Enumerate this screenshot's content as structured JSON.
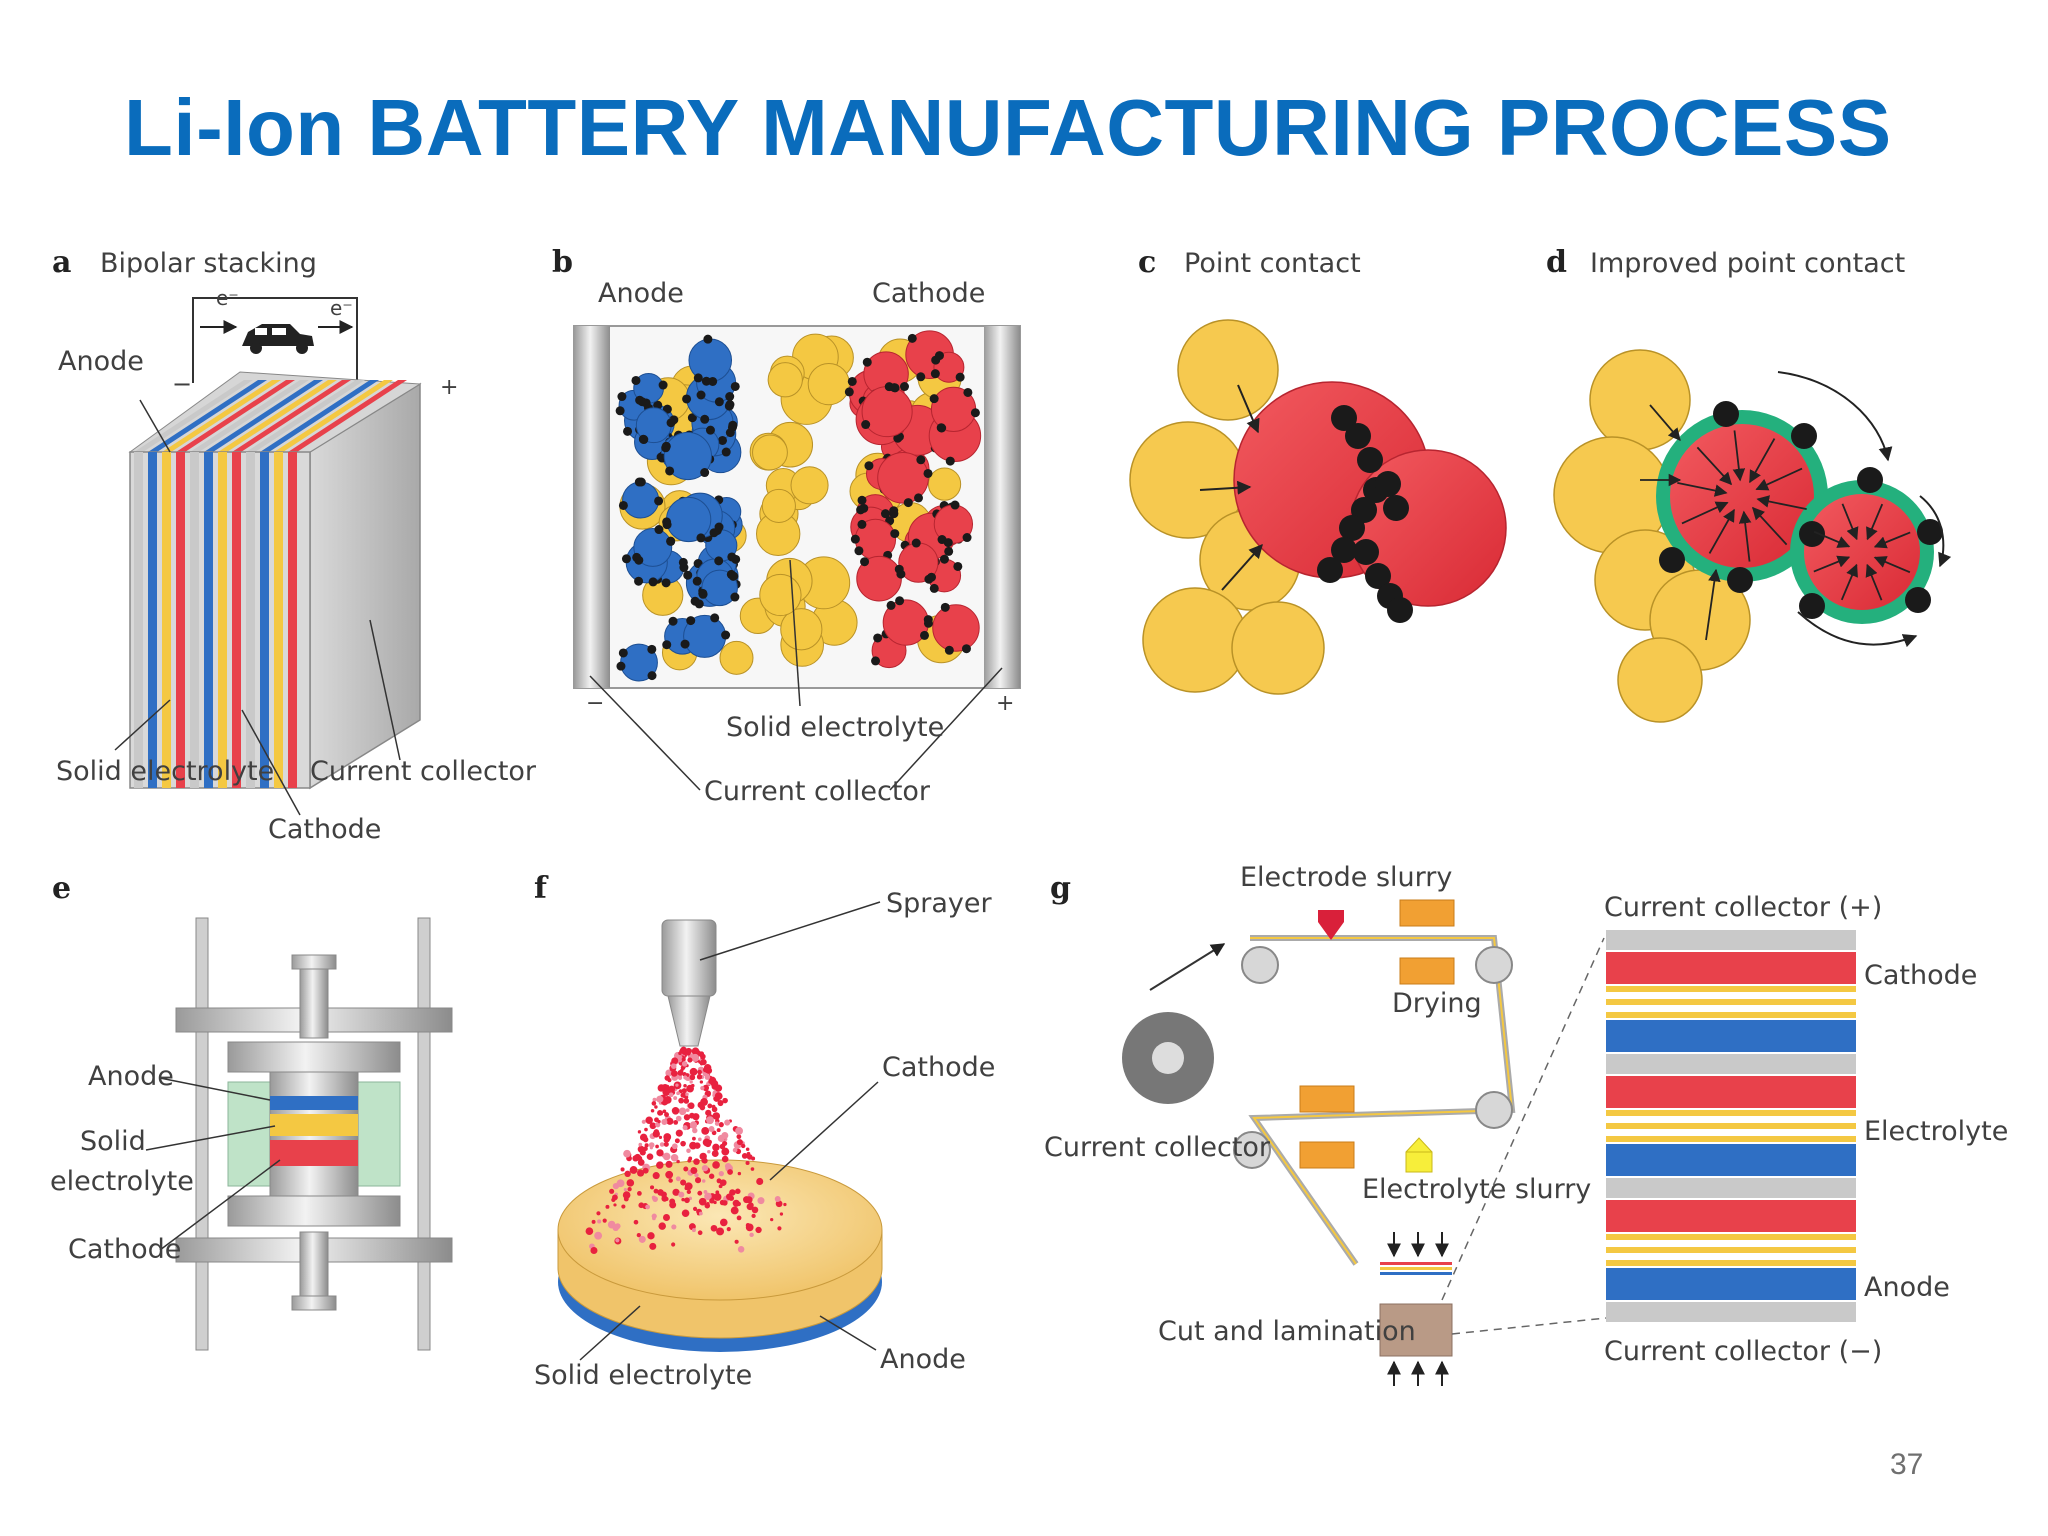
{
  "title": "Li-Ion BATTERY MANUFACTURING PROCESS",
  "page_number": "37",
  "colors": {
    "title": "#0a6cbc",
    "anode": "#2f6fc4",
    "cathode": "#e8414b",
    "electrolyte": "#f4c842",
    "binder": "#1a1a1a",
    "coating": "#24b07d",
    "collector": "#c9c9c9"
  },
  "panels": {
    "a": {
      "letter": "a",
      "title": "Bipolar stacking",
      "electron": "e⁻",
      "minus": "−",
      "plus": "+",
      "anode": "Anode",
      "solid_electrolyte": "Solid electrolyte",
      "current_collector": "Current collector",
      "cathode": "Cathode"
    },
    "b": {
      "letter": "b",
      "anode": "Anode",
      "cathode": "Cathode",
      "solid_electrolyte": "Solid electrolyte",
      "current_collector": "Current collector",
      "minus": "−",
      "plus": "+"
    },
    "c": {
      "letter": "c",
      "title": "Point contact"
    },
    "d": {
      "letter": "d",
      "title": "Improved point contact"
    },
    "e": {
      "letter": "e",
      "anode": "Anode",
      "solid": "Solid",
      "electrolyte": "electrolyte",
      "cathode": "Cathode"
    },
    "f": {
      "letter": "f",
      "sprayer": "Sprayer",
      "cathode": "Cathode",
      "solid_electrolyte": "Solid electrolyte",
      "anode": "Anode"
    },
    "g": {
      "letter": "g",
      "electrode_slurry": "Electrode slurry",
      "drying": "Drying",
      "current_collector": "Current collector",
      "electrolyte_slurry": "Electrolyte slurry",
      "cut_lamination": "Cut and lamination",
      "collector_plus": "Current collector (+)",
      "cathode": "Cathode",
      "electrolyte": "Electrolyte",
      "anode": "Anode",
      "collector_minus": "Current collector (−)"
    }
  }
}
